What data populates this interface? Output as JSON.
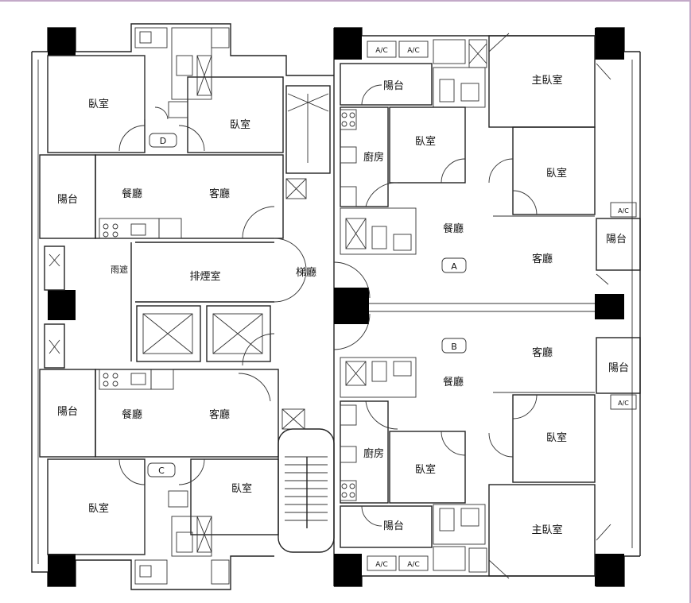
{
  "labels": {
    "bedroom": "臥室",
    "master_bedroom": "主臥室",
    "balcony": "陽台",
    "dining": "餐廳",
    "living": "客廳",
    "kitchen": "廚房",
    "lobby": "梯廳",
    "smoke_room": "排煙室",
    "rain_shelter": "雨遮",
    "ac_tag": "A/C"
  },
  "units": {
    "a": "A",
    "b": "B",
    "c": "C",
    "d": "D"
  },
  "colors": {
    "line": "#222222",
    "column": "#000000",
    "frame": "#c3a9c8"
  }
}
